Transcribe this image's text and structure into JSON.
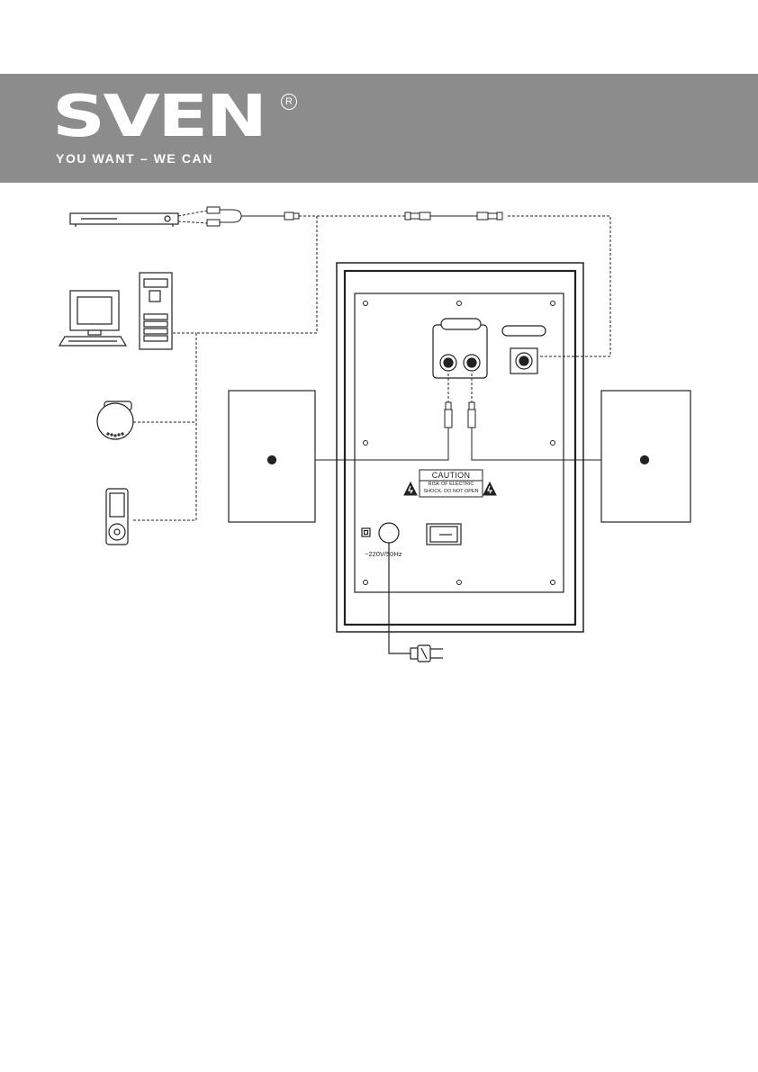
{
  "brand": {
    "logo_text": "SVEN",
    "registered_mark": "R",
    "slogan": "YOU WANT – WE CAN",
    "header_color": "#8c8c8c"
  },
  "diagram": {
    "sources": [
      "dvd-player",
      "computer",
      "cd-player",
      "mp3-player"
    ],
    "caution": {
      "title": "CAUTION",
      "line1": "RISK OF ELECTRIC",
      "line2": "SHOCK. DO NOT OPEN"
    },
    "power_label": "~220V/50Hz"
  }
}
